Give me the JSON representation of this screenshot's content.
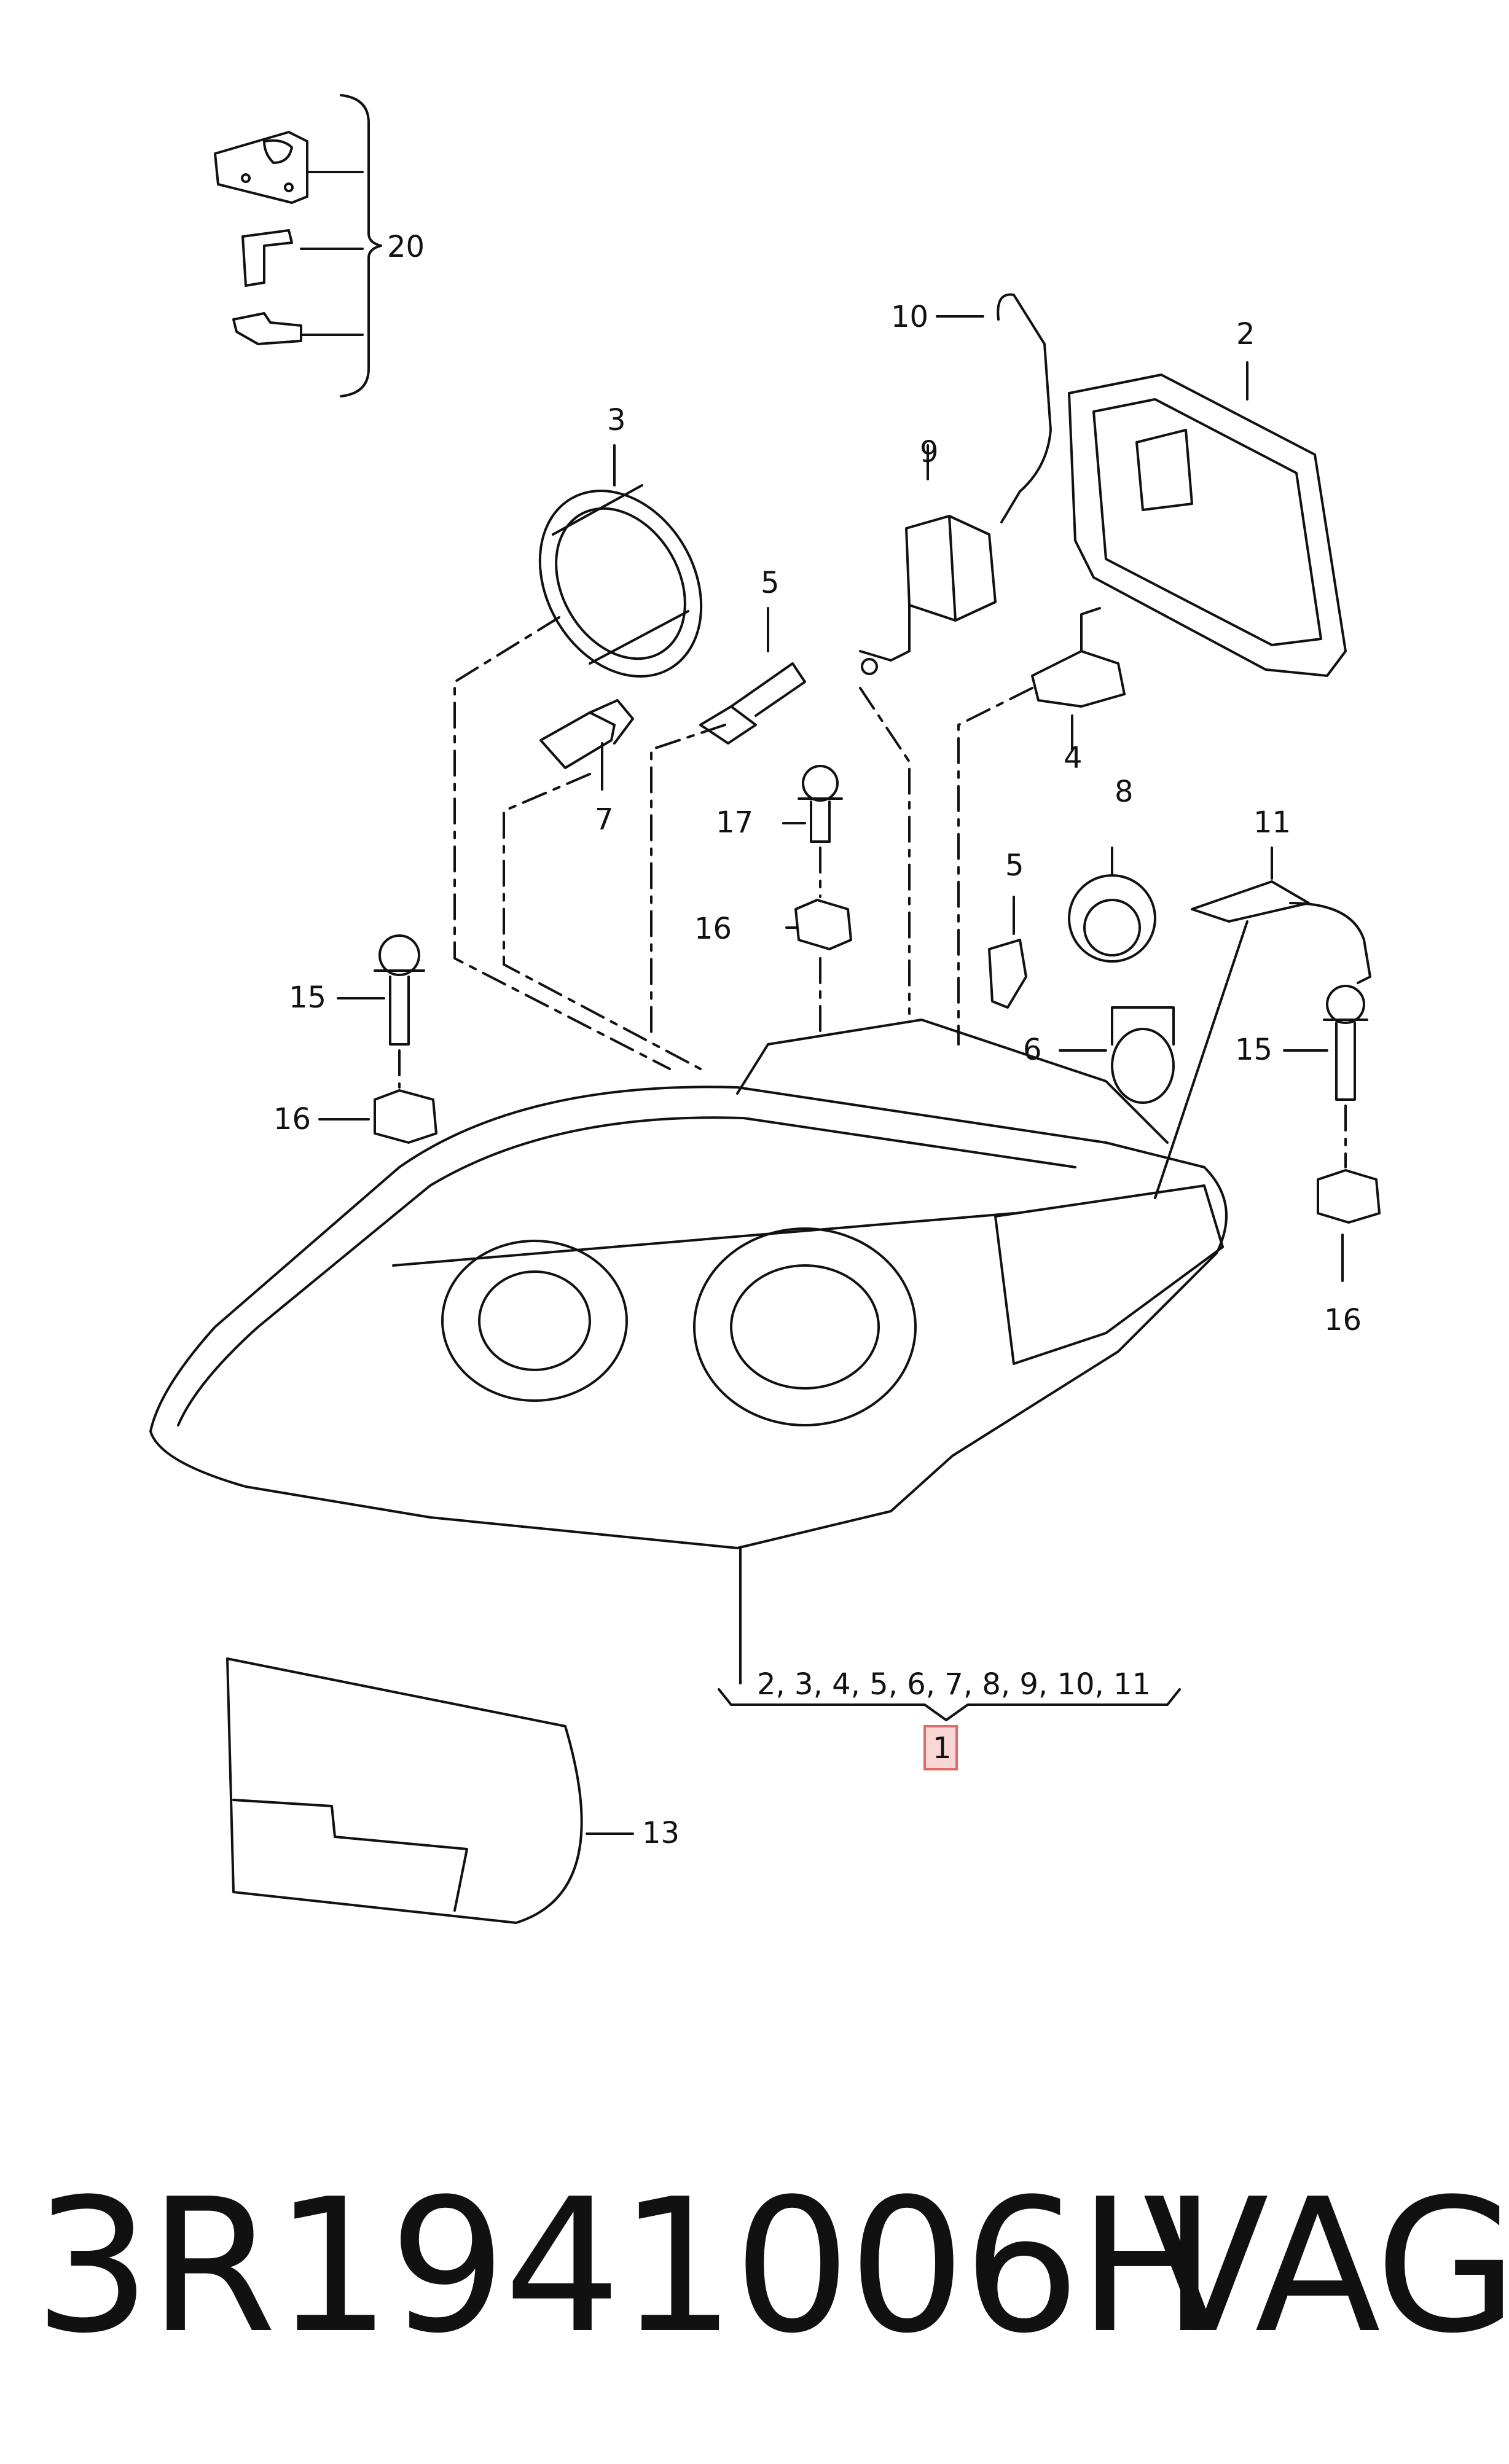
{
  "callouts": {
    "c2": "2",
    "c3": "3",
    "c4": "4",
    "c5a": "5",
    "c5b": "5",
    "c6": "6",
    "c7": "7",
    "c8": "8",
    "c9": "9",
    "c10": "10",
    "c11": "11",
    "c13": "13",
    "c15a": "15",
    "c15b": "15",
    "c16a": "16",
    "c16b": "16",
    "c16c": "16",
    "c17": "17",
    "c20": "20",
    "group_list": "2, 3, 4, 5, 6, 7, 8, 9, 10, 11",
    "main": "1"
  },
  "colors": {
    "line": "#111111",
    "highlight_fill": "#fbd6d6",
    "highlight_stroke": "#e06a6a"
  },
  "part_number": "3R1941006H",
  "brand": "VAG"
}
